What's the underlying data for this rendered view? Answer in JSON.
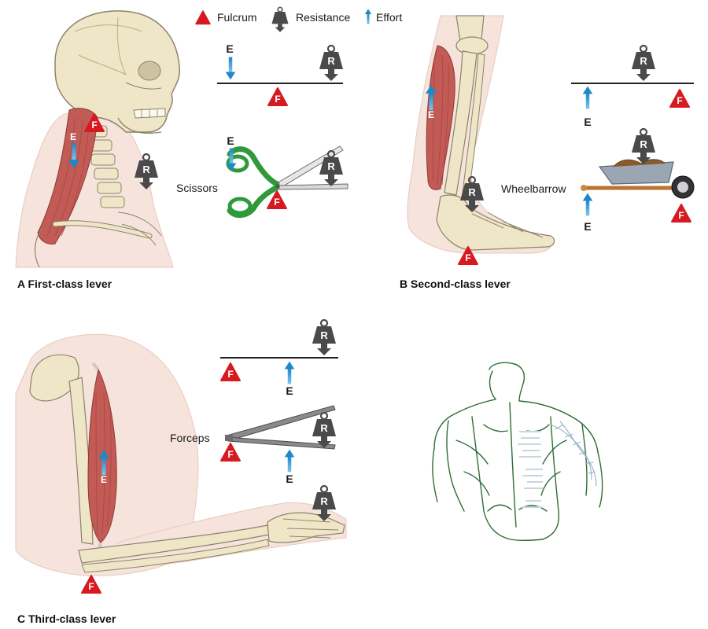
{
  "legend": {
    "fulcrum_label": "Fulcrum",
    "resistance_label": "Resistance",
    "effort_label": "Effort",
    "fulcrum_color": "#d71920",
    "resistance_color": "#4a4a4a",
    "effort_color": "#1e88c8"
  },
  "symbols": {
    "fulcrum": "F",
    "resistance": "R",
    "effort": "E"
  },
  "panels": {
    "a": {
      "title": "A First-class lever",
      "tool_label": "Scissors"
    },
    "b": {
      "title": "B Second-class lever",
      "tool_label": "Wheelbarrow"
    },
    "c": {
      "title": "C Third-class lever",
      "tool_label": "Forceps"
    }
  },
  "colors": {
    "bone": "#efe6c8",
    "bone_stroke": "#8c836a",
    "muscle": "#c25a55",
    "skin": "#f6e3dc",
    "sketch": "#2e6e36",
    "tool_green": "#2f9a3a"
  }
}
